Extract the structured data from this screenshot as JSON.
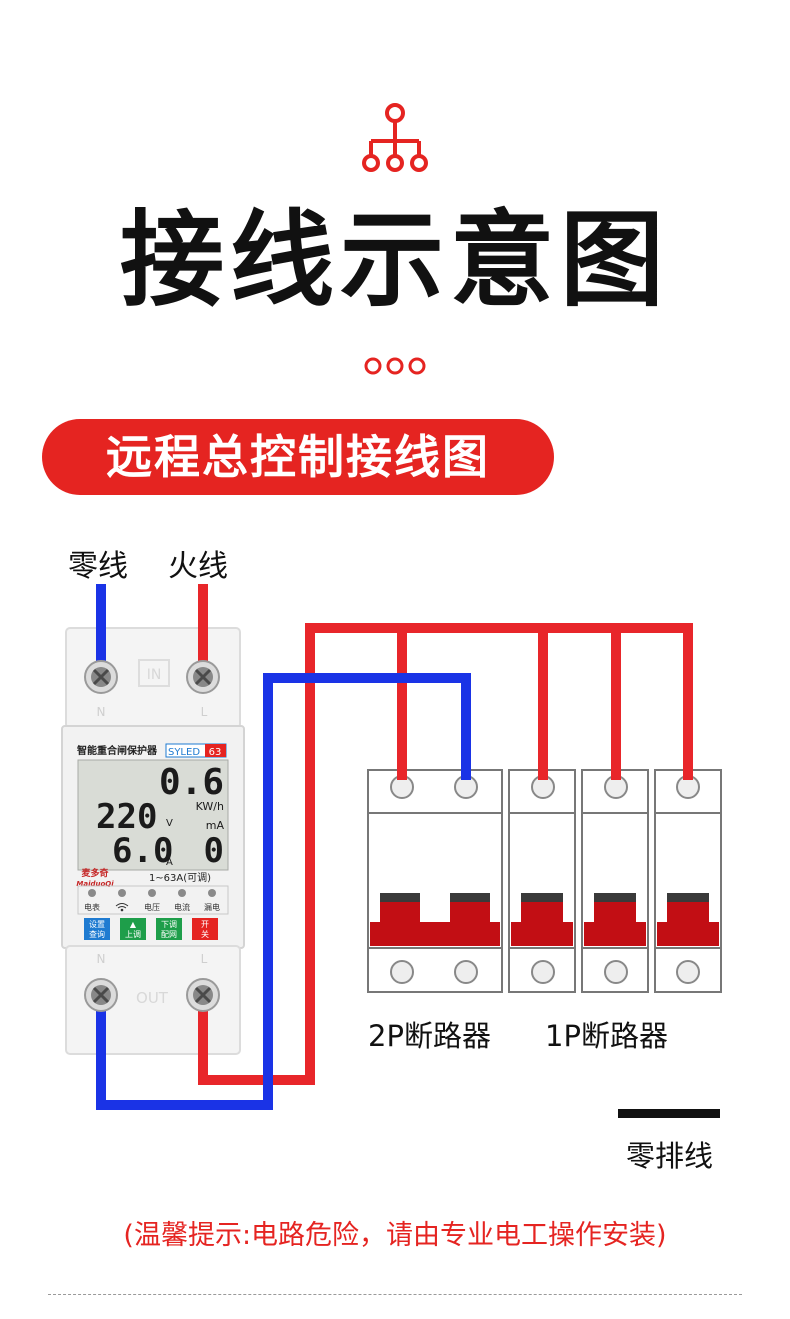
{
  "title": "接线示意图",
  "banner": "远程总控制接线图",
  "labels": {
    "neutral": "零线",
    "live": "火线",
    "breaker_2p": "2P断路器",
    "breaker_1p": "1P断路器",
    "neutral_busbar": "零排线"
  },
  "device": {
    "in_label": "IN",
    "out_label": "OUT",
    "terminal_n": "N",
    "terminal_l": "L",
    "product_name": "智能重合闸保护器",
    "model": "SYLED",
    "rating_badge": "63",
    "display": {
      "power": "0.6",
      "power_unit": "KW/h",
      "voltage": "220",
      "voltage_unit": "V",
      "current": "6.0",
      "current_unit": "A",
      "leakage": "0",
      "leakage_unit": "mA"
    },
    "brand_cn": "麦多奇",
    "brand_en": "MaiduoQi",
    "range": "1~63A(可调)",
    "indicators": [
      "电表",
      "电压",
      "电流",
      "漏电"
    ],
    "buttons": [
      {
        "top": "设置",
        "bottom": "查询"
      },
      {
        "top": "▲",
        "bottom": "上调"
      },
      {
        "top": "下调",
        "bottom": "配网"
      },
      {
        "top": "开",
        "bottom": "关"
      }
    ]
  },
  "warning": "(温馨提示:电路危险，请由专业电工操作安装)",
  "colors": {
    "accent_red": "#e52421",
    "neutral_wire": "#1a33e6",
    "live_wire": "#e8262a",
    "breaker_handle": "#c20e14"
  },
  "icons": [
    "hierarchy-icon",
    "three-dots-icon"
  ]
}
